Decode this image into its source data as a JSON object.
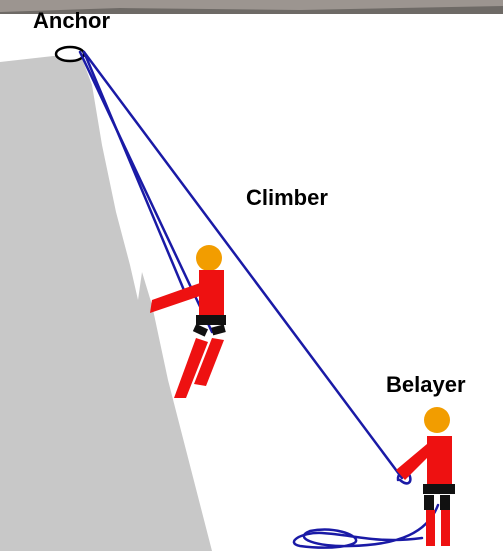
{
  "labels": {
    "anchor": "Anchor",
    "climber": "Climber",
    "belayer": "Belayer"
  },
  "colors": {
    "rock": "#c8c8c8",
    "rope": "#1a1aa6",
    "body": "#ee1111",
    "head": "#f29d00",
    "harness": "#111111",
    "photo_strip": "#6e6a66"
  }
}
